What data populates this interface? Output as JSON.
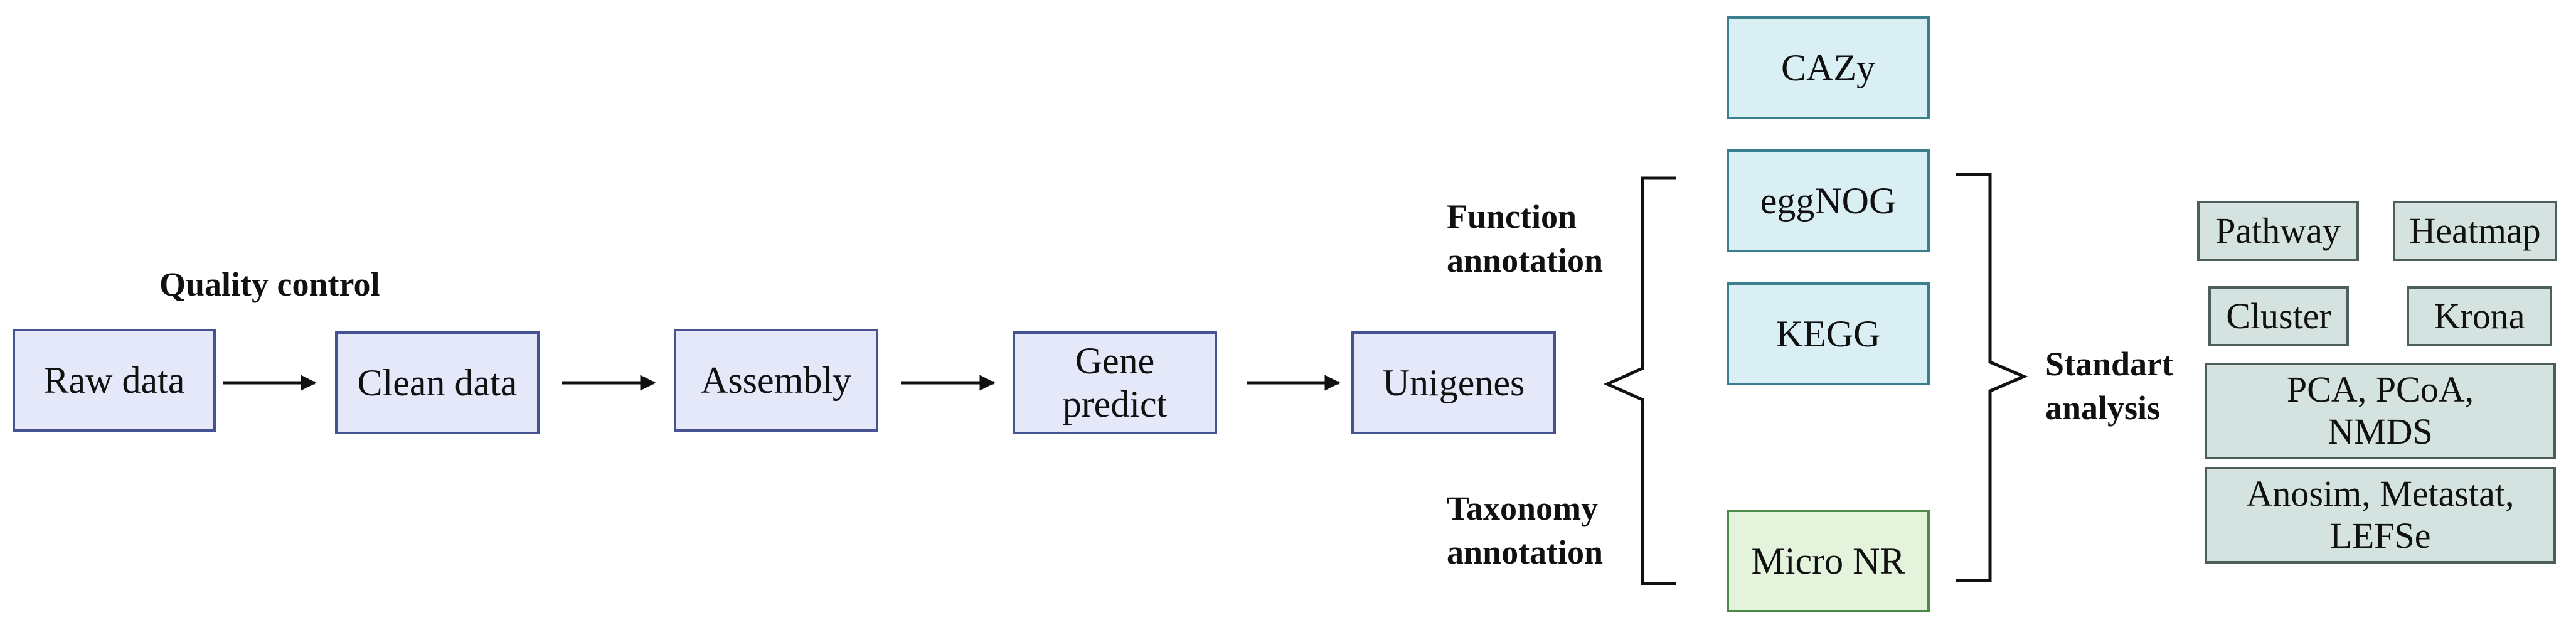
{
  "labels": {
    "quality_control": "Quality control",
    "function_annotation": "Function annotation",
    "taxonomy_annotation": "Taxonomy annotation",
    "standart_analysis": "Standart analysis"
  },
  "pipeline": {
    "raw_data": "Raw data",
    "clean_data": "Clean data",
    "assembly": "Assembly",
    "gene_predict": "Gene predict",
    "unigenes": "Unigenes"
  },
  "databases": {
    "cazy": "CAZy",
    "eggnog": "eggNOG",
    "kegg": "KEGG",
    "micro_nr": "Micro NR"
  },
  "analysis": {
    "pathway": "Pathway",
    "heatmap": "Heatmap",
    "cluster": "Cluster",
    "krona": "Krona",
    "pca": "PCA, PCoA, NMDS",
    "anosim": "Anosim, Metastat, LEFSe"
  },
  "colors": {
    "pipeline_fill": "#e4e8f8",
    "pipeline_border": "#465392",
    "function_fill": "#d9eff4",
    "function_border": "#3b7f8f",
    "taxonomy_fill": "#e3f3dc",
    "taxonomy_border": "#4c8a4a",
    "analysis_fill": "#d5e3e0",
    "analysis_border": "#4d5f5c"
  }
}
